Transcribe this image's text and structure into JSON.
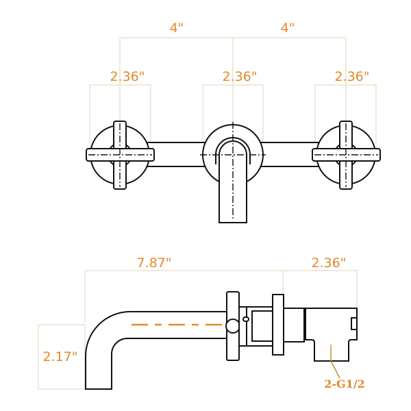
{
  "front_view": {
    "spacing_left": "4\"",
    "spacing_right": "4\"",
    "handle_left_width": "2.36\"",
    "spout_escutcheon_width": "2.36\"",
    "handle_right_width": "2.36\""
  },
  "side_view": {
    "spout_reach": "7.87\"",
    "valve_depth": "2.36\"",
    "spout_drop": "2.17\"",
    "inlet_thread": "2-G1/2"
  },
  "colors": {
    "dimension": "#e08a2a",
    "extension_line": "#e8d9c2",
    "outline": "#111111"
  }
}
